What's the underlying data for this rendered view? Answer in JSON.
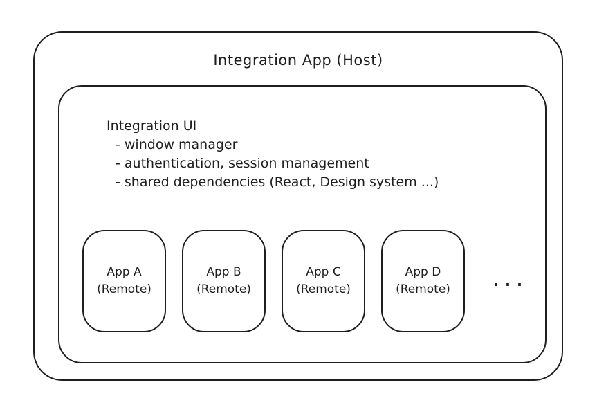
{
  "diagram": {
    "host": {
      "title": "Integration App (Host)"
    },
    "integration_ui": {
      "heading": "Integration UI",
      "bullets": [
        "- window manager",
        "- authentication, session management",
        "- shared dependencies (React, Design system ...)"
      ]
    },
    "apps": [
      {
        "name": "App A",
        "type": "(Remote)"
      },
      {
        "name": "App B",
        "type": "(Remote)"
      },
      {
        "name": "App C",
        "type": "(Remote)"
      },
      {
        "name": "App D",
        "type": "(Remote)"
      }
    ],
    "ellipsis": "...",
    "colors": {
      "stroke": "#1e1e1e",
      "background": "#ffffff"
    }
  }
}
